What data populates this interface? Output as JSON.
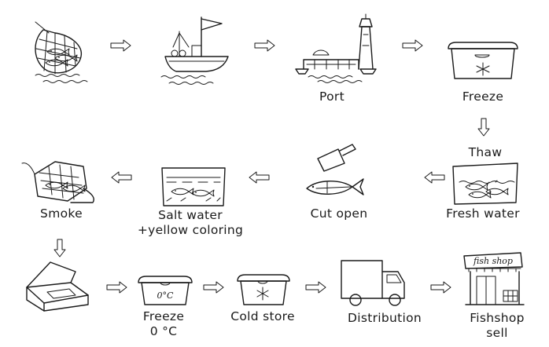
{
  "steps": {
    "port": "Port",
    "freeze1": "Freeze",
    "thaw": "Thaw",
    "fresh_water": "Fresh water",
    "cut_open": "Cut open",
    "salt_water": "Salt water",
    "yellow_coloring": "+yellow coloring",
    "smoke": "Smoke",
    "freeze2": "Freeze",
    "freeze2_temp": "0 °C",
    "cold_store": "Cold store",
    "distribution": "Distribution",
    "fishshop": "Fishshop",
    "fishshop_sell": "sell"
  },
  "signs": {
    "freezer_temp": "0°C",
    "shop_sign": "fish shop"
  },
  "icons": [
    "fishing-net-icon",
    "fishing-boat-icon",
    "port-lighthouse-icon",
    "freezer-box-icon",
    "fish-tank-icon",
    "cleaver-fish-icon",
    "salt-water-tank-icon",
    "smoker-rack-icon",
    "open-box-icon",
    "cold-store-box-icon",
    "delivery-truck-icon",
    "fish-shop-icon",
    "arrow-right-icon",
    "arrow-left-icon",
    "arrow-down-icon"
  ]
}
